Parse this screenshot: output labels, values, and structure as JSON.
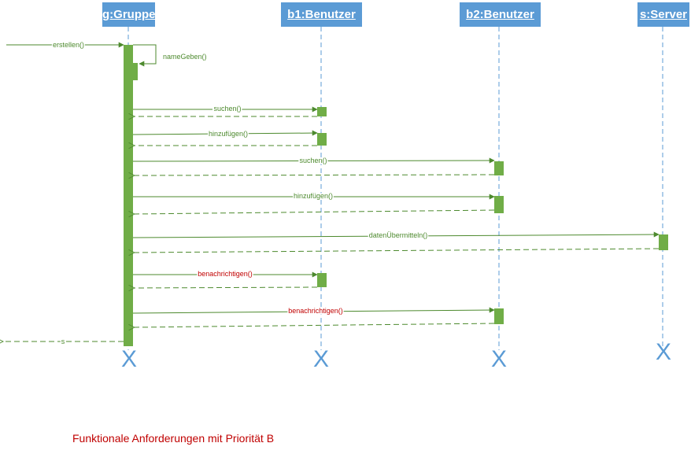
{
  "lifelines": [
    {
      "name": "g:Gruppe"
    },
    {
      "name": "b1:Benutzer"
    },
    {
      "name": "b2:Benutzer"
    },
    {
      "name": "s:Server"
    }
  ],
  "messages": [
    {
      "label": "erstellen()"
    },
    {
      "label": "nameGeben()"
    },
    {
      "label": "suchen()"
    },
    {
      "label": "hinzufügen()"
    },
    {
      "label": "suchen()"
    },
    {
      "label": "hinzufügen()"
    },
    {
      "label": "datenÜbermitteln()"
    },
    {
      "label": "benachrichtigen()"
    },
    {
      "label": "benachrichtigen()"
    },
    {
      "label": "s"
    }
  ],
  "destroy_marker": "X",
  "caption": "Funktionale Anforderungen mit Priorität B",
  "colors": {
    "lifeline": "#5b9bd5",
    "message": "#4d8a2e",
    "activation": "#70ad47",
    "highlight": "#c00000"
  }
}
